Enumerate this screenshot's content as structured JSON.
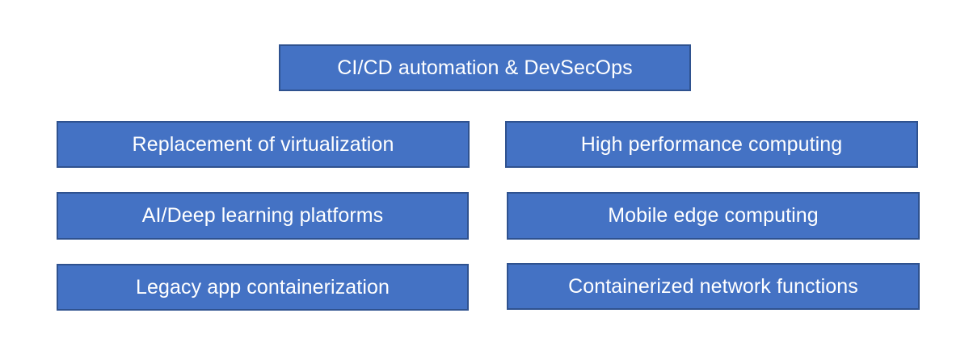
{
  "diagram": {
    "top": "CI/CD automation & DevSecOps",
    "left": [
      "Replacement of virtualization",
      "AI/Deep learning platforms",
      "Legacy app containerization"
    ],
    "right": [
      "High performance computing",
      "Mobile edge computing",
      "Containerized network functions"
    ],
    "colors": {
      "box_fill": "#4472c4",
      "box_border": "#2f528f",
      "text": "#ffffff",
      "background": "#ffffff"
    }
  }
}
